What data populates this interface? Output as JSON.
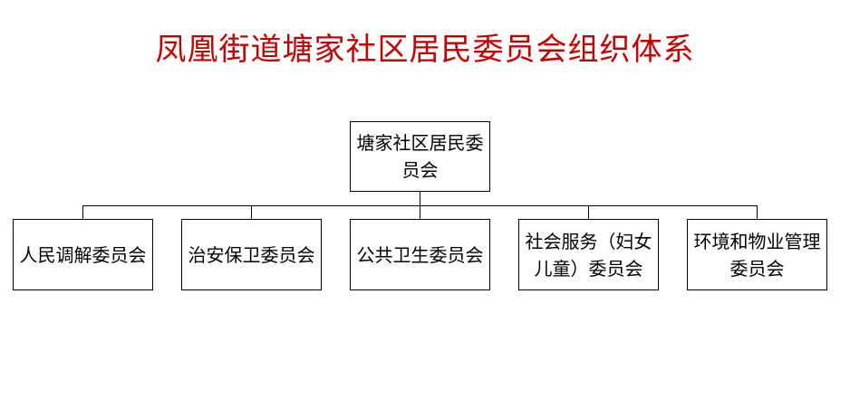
{
  "title": "凤凰街道塘家社区居民委员会组织体系",
  "title_color": "#c00000",
  "root": "塘家社区居民委员会",
  "children": [
    "人民调解委员会",
    "治安保卫委员会",
    "公共卫生委员会",
    "社会服务（妇女儿童）委员会",
    "环境和物业管理委员会"
  ]
}
